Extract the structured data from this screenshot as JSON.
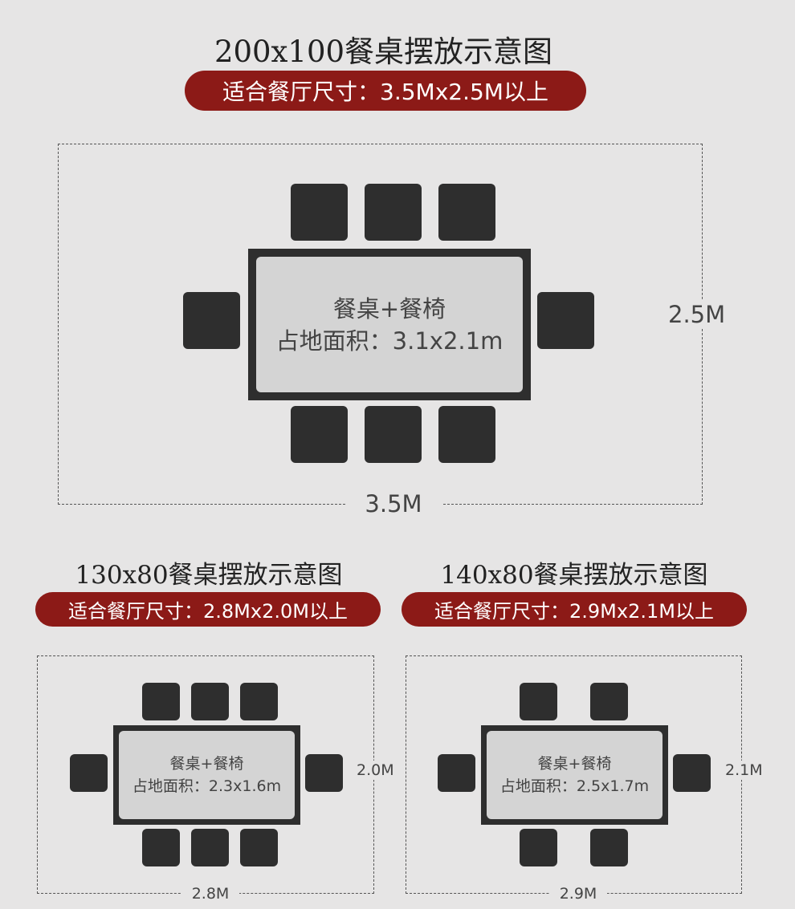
{
  "main": {
    "title": "200x100餐桌摆放示意图",
    "subtitle": "适合餐厅尺寸：3.5Mx2.5M以上",
    "table_line1": "餐桌+餐椅",
    "table_line2": "占地面积：3.1x2.1m",
    "width_label": "3.5M",
    "height_label": "2.5M"
  },
  "left": {
    "title": "130x80餐桌摆放示意图",
    "subtitle": "适合餐厅尺寸：2.8Mx2.0M以上",
    "table_line1": "餐桌+餐椅",
    "table_line2": "占地面积：2.3x1.6m",
    "width_label": "2.8M",
    "height_label": "2.0M"
  },
  "right": {
    "title": "140x80餐桌摆放示意图",
    "subtitle": "适合餐厅尺寸：2.9Mx2.1M以上",
    "table_line1": "餐桌+餐椅",
    "table_line2": "占地面积：2.5x1.7m",
    "width_label": "2.9M",
    "height_label": "2.1M"
  },
  "colors": {
    "background": "#e6e5e5",
    "accent": "#8c1a17",
    "furniture": "#2e2e2e",
    "tabletop": "#d4d4d4"
  }
}
